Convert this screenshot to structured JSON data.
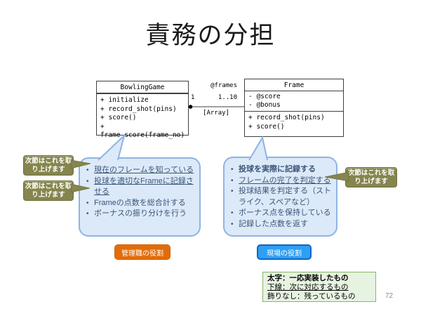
{
  "slide": {
    "title": "責務の分担",
    "page_number": "72"
  },
  "uml": {
    "bowling_game": {
      "name": "BowlingGame",
      "attributes": [],
      "methods": [
        "+ initialize",
        "+ record_shot(pins)",
        "+ score()",
        "+ frame_score(frame_no)"
      ]
    },
    "frame": {
      "name": "Frame",
      "attributes": [
        "- @score",
        "- @bonus"
      ],
      "methods": [
        "+ record_shot(pins)",
        "+ score()"
      ]
    },
    "association": {
      "role_name": "@frames",
      "multiplicity_left": "1",
      "multiplicity_right": "1..10",
      "qualifier": "[Array]"
    }
  },
  "callouts": {
    "next_section_label": "次節はこれを取り上げます",
    "left_bubble": {
      "items": [
        {
          "text": "現在のフレームを知っている",
          "style": "underline"
        },
        {
          "text": "投球を適切なFrameに記録させる",
          "style": "underline"
        },
        {
          "text": "Frameの点数を総合計する",
          "style": "plain"
        },
        {
          "text": "ボーナスの振り分けを行う",
          "style": "plain"
        }
      ]
    },
    "right_bubble": {
      "items": [
        {
          "text": "投球を実際に記録する",
          "style": "bold"
        },
        {
          "text": "フレームの完了を判定する",
          "style": "underline"
        },
        {
          "text": "投球結果を判定する（ストライク、スペアなど）",
          "style": "plain"
        },
        {
          "text": "ボーナス点を保持している",
          "style": "plain"
        },
        {
          "text": "記録した点数を返す",
          "style": "plain"
        }
      ]
    }
  },
  "badges": {
    "manager": "管理職の役割",
    "field": "現場の役割"
  },
  "legend": {
    "lines": [
      {
        "text": "太字：一応実装したもの",
        "style": "bold"
      },
      {
        "text": "下線：次に対応するもの",
        "style": "underline"
      },
      {
        "text": "飾りなし：残っているもの",
        "style": "plain"
      }
    ]
  },
  "colors": {
    "bubble_fill": "#dce9f8",
    "bubble_border": "#8eb4e3",
    "note_fill": "#85854e",
    "badge_manager_fill": "#e36c0a",
    "badge_field_fill": "#2d9ff5",
    "legend_fill": "#e7f3e1",
    "legend_border": "#86b765",
    "association_line": "#808080"
  }
}
